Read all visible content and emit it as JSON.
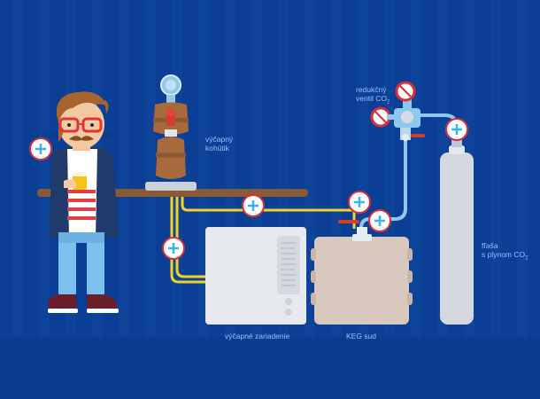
{
  "labels": {
    "tap_line1": "výčapný",
    "tap_line2": "kohútik",
    "reducer_line1": "redukčný",
    "reducer_line2": "ventil CO",
    "reducer_sub": "2",
    "bottle_line1": "fľaša",
    "bottle_line2": "s plynom CO",
    "bottle_sub": "2",
    "dispenser": "výčapné zariadenie",
    "keg": "KEG sud"
  },
  "hotspots": [
    "+",
    "+",
    "+",
    "+",
    "+",
    "+"
  ],
  "colors": {
    "background": "#0b3f95",
    "stripes": "#0d4398",
    "counter": "#8a5a35",
    "hose_gas": "#8fc8ef",
    "hose_beer": "#f2d323",
    "label": "#8fc4ff",
    "plus_ring": "#d92f3b",
    "plus_icon": "#39b6f0"
  }
}
